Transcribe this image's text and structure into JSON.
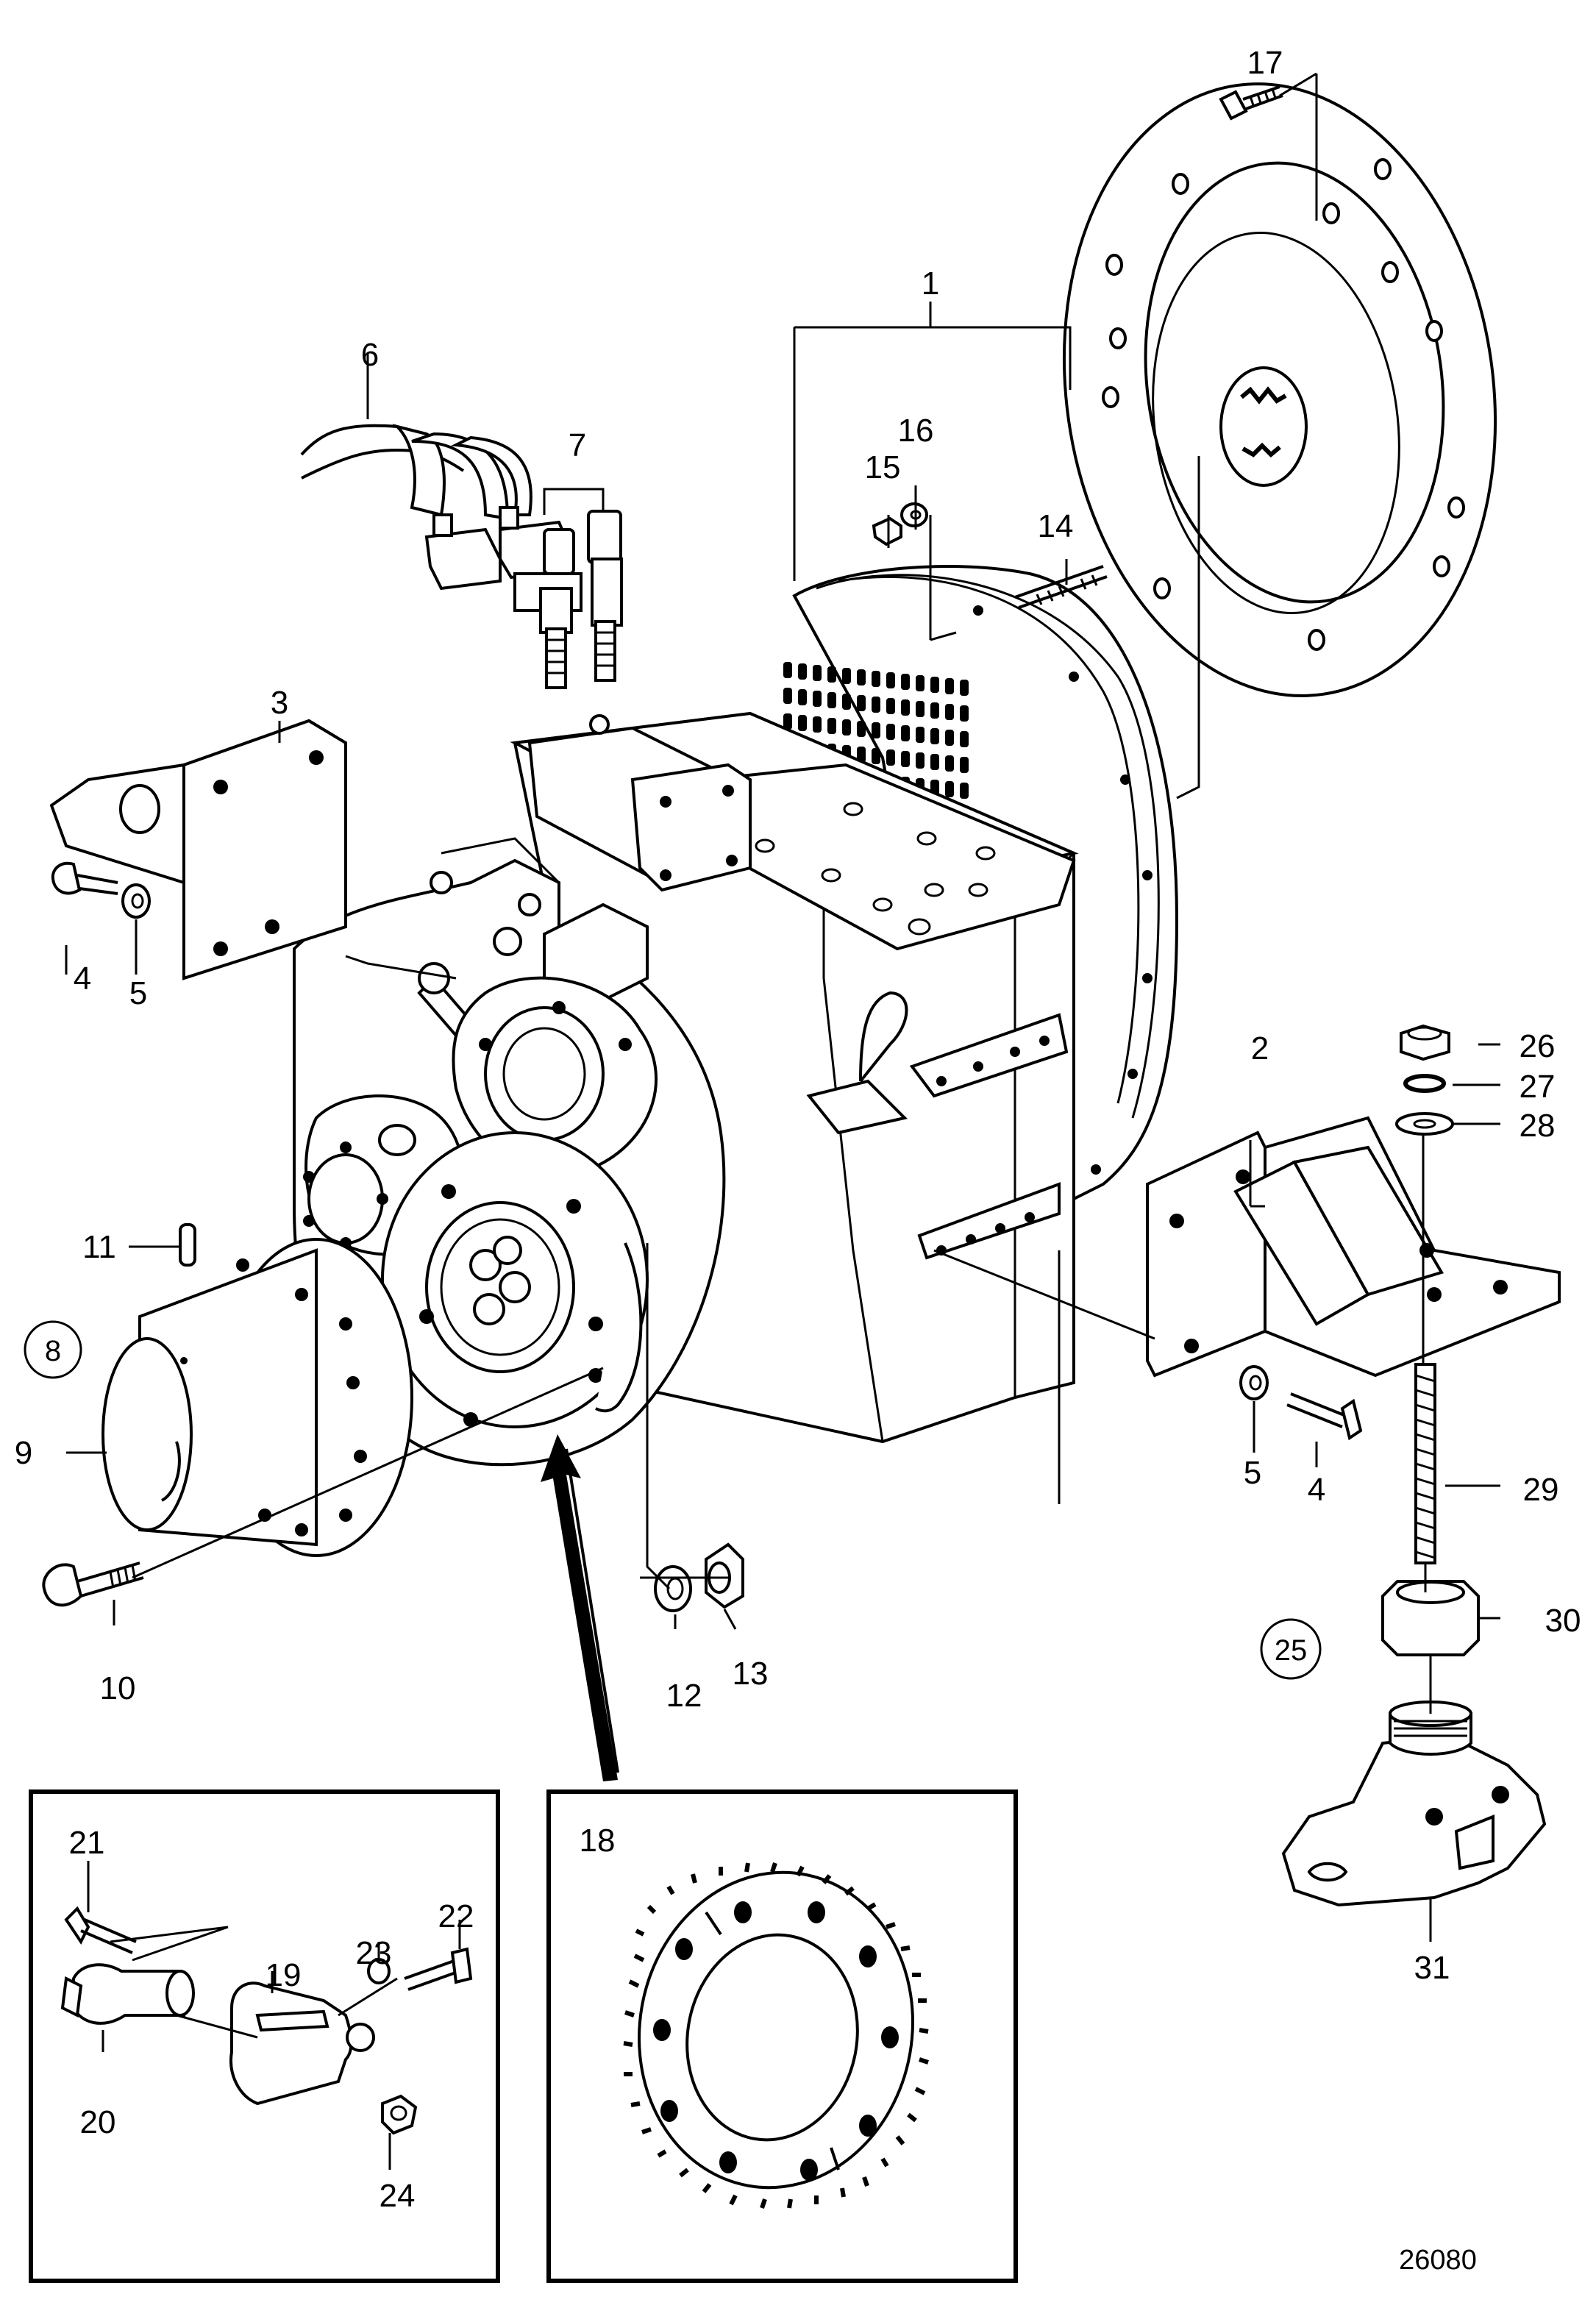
{
  "diagram": {
    "drawing_number": "26080",
    "callouts": [
      "1",
      "2",
      "3",
      "4",
      "5",
      "6",
      "7",
      "9",
      "10",
      "11",
      "12",
      "13",
      "14",
      "15",
      "16",
      "17",
      "19",
      "20",
      "21",
      "22",
      "23",
      "24",
      "26",
      "27",
      "28",
      "29",
      "30",
      "31"
    ],
    "circled_callouts": [
      "8",
      "25"
    ],
    "detail_views": [
      {
        "parts": [
          "19",
          "20",
          "21",
          "22",
          "23",
          "24"
        ]
      },
      {
        "parts": [
          "18"
        ]
      }
    ]
  }
}
